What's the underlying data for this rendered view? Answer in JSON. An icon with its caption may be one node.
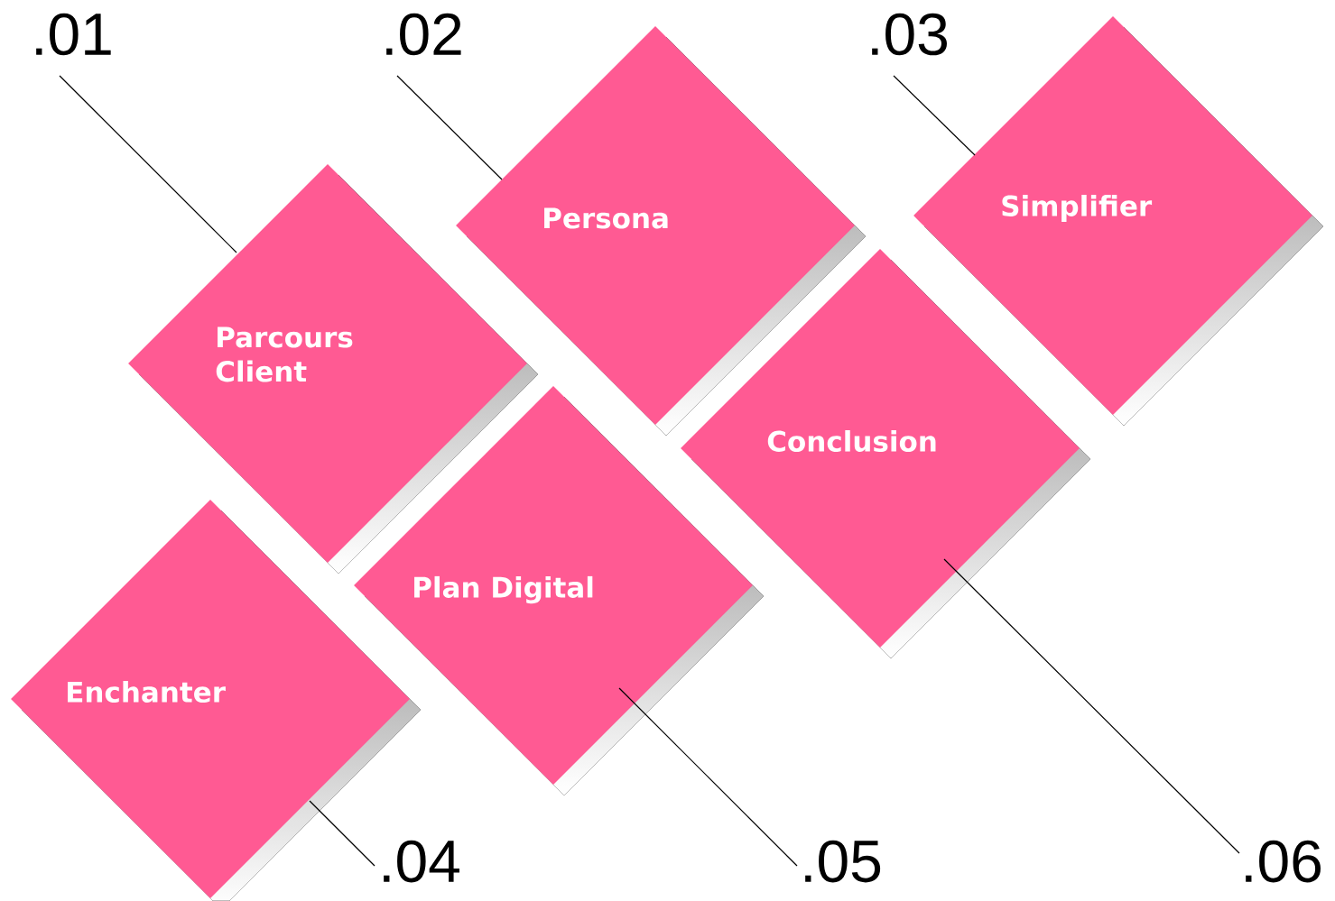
{
  "diagram": {
    "nodes": [
      {
        "text": [
          ".01"
        ]
      },
      {
        "text": [
          ".02"
        ]
      },
      {
        "text": [
          ".03"
        ]
      },
      {
        "text": [
          "Persona"
        ]
      },
      {
        "text": [
          "Simplifier"
        ]
      },
      {
        "text": [
          "Parcours Client"
        ]
      },
      {
        "text": [
          "Conclusion"
        ]
      },
      {
        "text": [
          "Plan Digital"
        ]
      },
      {
        "text": [
          "Enchanter"
        ]
      },
      {
        "text": [
          ".04"
        ]
      },
      {
        "text": [
          ".05"
        ]
      },
      {
        "text": [
          ".06"
        ]
      }
    ],
    "edges": [
      {
        "from": 0,
        "to": 5,
        "arrow": "none"
      },
      {
        "from": 1,
        "to": 3,
        "arrow": "none"
      },
      {
        "from": 2,
        "to": 4,
        "arrow": "none"
      },
      {
        "from": 9,
        "to": 8,
        "arrow": "none"
      },
      {
        "from": 10,
        "to": 7,
        "arrow": "none"
      },
      {
        "from": 11,
        "to": 6,
        "arrow": "none"
      }
    ]
  }
}
